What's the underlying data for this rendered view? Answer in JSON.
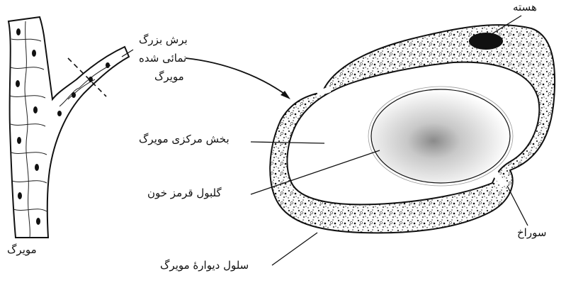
{
  "labels": {
    "nucleus": "هسته",
    "magnified_section_line1": "برش بزرگ",
    "magnified_section_line2": "نمائی شده",
    "magnified_section_line3": "مویرگ",
    "capillary_lumen": "بخش مرکزی مویرگ",
    "red_blood_cell": "گلبول قرمز خون",
    "pore": "سوراخ",
    "capillary_left": "مویرگ",
    "wall_cell": "سلول دیوارهٔ مویرگ"
  },
  "colors": {
    "ink": "#111111",
    "background": "#ffffff"
  }
}
